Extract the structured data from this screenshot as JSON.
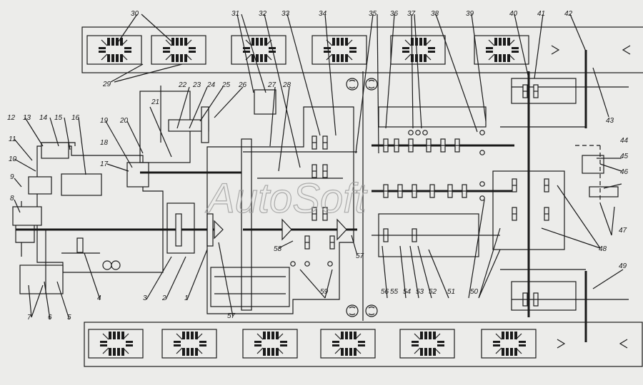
{
  "watermark": "AutoSoft",
  "labels": [
    {
      "id": "1",
      "text": "1"
    },
    {
      "id": "2",
      "text": "2"
    },
    {
      "id": "3",
      "text": "3"
    },
    {
      "id": "4",
      "text": "4"
    },
    {
      "id": "5",
      "text": "5"
    },
    {
      "id": "6",
      "text": "6"
    },
    {
      "id": "7",
      "text": "7"
    },
    {
      "id": "8",
      "text": "8"
    },
    {
      "id": "9",
      "text": "9"
    },
    {
      "id": "10",
      "text": "10"
    },
    {
      "id": "11",
      "text": "11"
    },
    {
      "id": "12",
      "text": "12"
    },
    {
      "id": "13",
      "text": "13"
    },
    {
      "id": "14",
      "text": "14"
    },
    {
      "id": "15",
      "text": "15"
    },
    {
      "id": "16",
      "text": "16"
    },
    {
      "id": "17",
      "text": "17"
    },
    {
      "id": "18",
      "text": "18"
    },
    {
      "id": "19",
      "text": "19"
    },
    {
      "id": "20",
      "text": "20"
    },
    {
      "id": "21",
      "text": "21"
    },
    {
      "id": "22",
      "text": "22"
    },
    {
      "id": "23",
      "text": "23"
    },
    {
      "id": "24",
      "text": "24"
    },
    {
      "id": "25",
      "text": "25"
    },
    {
      "id": "26",
      "text": "26"
    },
    {
      "id": "27",
      "text": "27"
    },
    {
      "id": "28",
      "text": "28"
    },
    {
      "id": "29",
      "text": "29"
    },
    {
      "id": "30",
      "text": "30"
    },
    {
      "id": "31",
      "text": "31"
    },
    {
      "id": "32",
      "text": "32"
    },
    {
      "id": "33",
      "text": "33"
    },
    {
      "id": "34",
      "text": "34"
    },
    {
      "id": "35",
      "text": "35"
    },
    {
      "id": "36",
      "text": "36"
    },
    {
      "id": "37",
      "text": "37"
    },
    {
      "id": "38",
      "text": "38"
    },
    {
      "id": "39",
      "text": "39"
    },
    {
      "id": "40",
      "text": "40"
    },
    {
      "id": "41",
      "text": "41"
    },
    {
      "id": "42",
      "text": "42"
    },
    {
      "id": "43",
      "text": "43"
    },
    {
      "id": "44",
      "text": "44"
    },
    {
      "id": "45",
      "text": "45"
    },
    {
      "id": "46",
      "text": "46"
    },
    {
      "id": "47",
      "text": "47"
    },
    {
      "id": "48",
      "text": "48"
    },
    {
      "id": "49",
      "text": "49"
    },
    {
      "id": "50",
      "text": "50"
    },
    {
      "id": "51",
      "text": "51"
    },
    {
      "id": "52",
      "text": "52"
    },
    {
      "id": "53",
      "text": "53"
    },
    {
      "id": "54",
      "text": "54"
    },
    {
      "id": "55",
      "text": "55"
    },
    {
      "id": "56",
      "text": "56"
    },
    {
      "id": "57a",
      "text": "57"
    },
    {
      "id": "57b",
      "text": "57"
    },
    {
      "id": "58",
      "text": "58"
    },
    {
      "id": "59",
      "text": "59"
    }
  ]
}
